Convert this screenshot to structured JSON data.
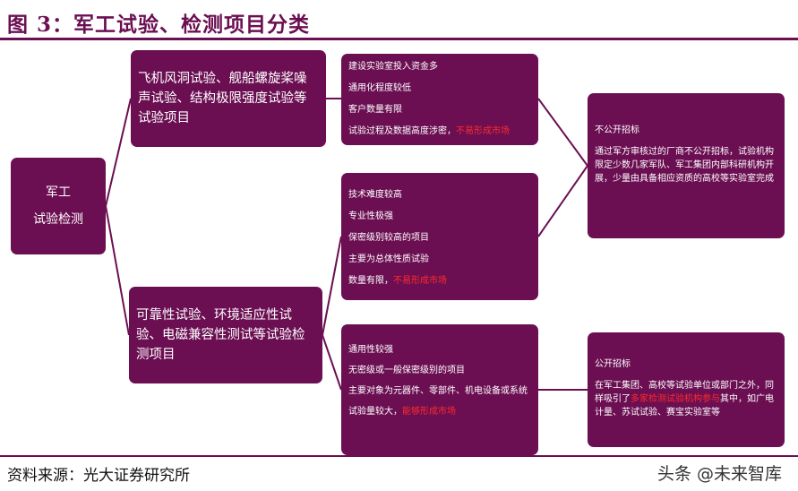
{
  "title": "图 3：军工试验、检测项目分类",
  "source": "资料来源：光大证券研究所",
  "watermark": "头条 @未来智库",
  "root": {
    "line1": "军工",
    "line2": "试验检测"
  },
  "mid1": "飞机风洞试验、舰船螺旋桨噪声试验、结构极限强度试验等试验项目",
  "mid2": "可靠性试验、环境适应性试验、电磁兼容性测试等试验检测项目",
  "list1": {
    "items": [
      "建设实验室投入资金多",
      "通用化程度较低",
      "客户数量有限"
    ],
    "last_prefix": "试验过程及数据高度涉密，",
    "last_red": "不易形成市场"
  },
  "list2": {
    "items": [
      "技术难度较高",
      "专业性极强",
      "保密级别较高的项目",
      "主要为总体性质试验"
    ],
    "last_prefix": "数量有限，",
    "last_red": "不易形成市场"
  },
  "list3": {
    "items": [
      "通用性较强",
      "无密级或一般保密级别的项目",
      "主要对象为元器件、零部件、机电设备或系统"
    ],
    "last_prefix": "试验量较大，",
    "last_red": "能够形成市场"
  },
  "right1": {
    "head": "不公开招标",
    "body": "通过军方审核过的厂商不公开招标，试验机构限定少数几家军队、军工集团内部科研机构开展，少量由具备相应资质的高校等实验室完成"
  },
  "right2": {
    "head": "公开招标",
    "body_prefix": "在军工集团、高校等试验单位或部门之外，同样吸引了",
    "body_red": "多家检测试验机构参与",
    "body_suffix": "其中，如广电计量、苏试试验、赛宝实验室等"
  },
  "colors": {
    "box": "#6b0f52",
    "highlight": "#ff2a2a",
    "line": "#6b0f52"
  }
}
